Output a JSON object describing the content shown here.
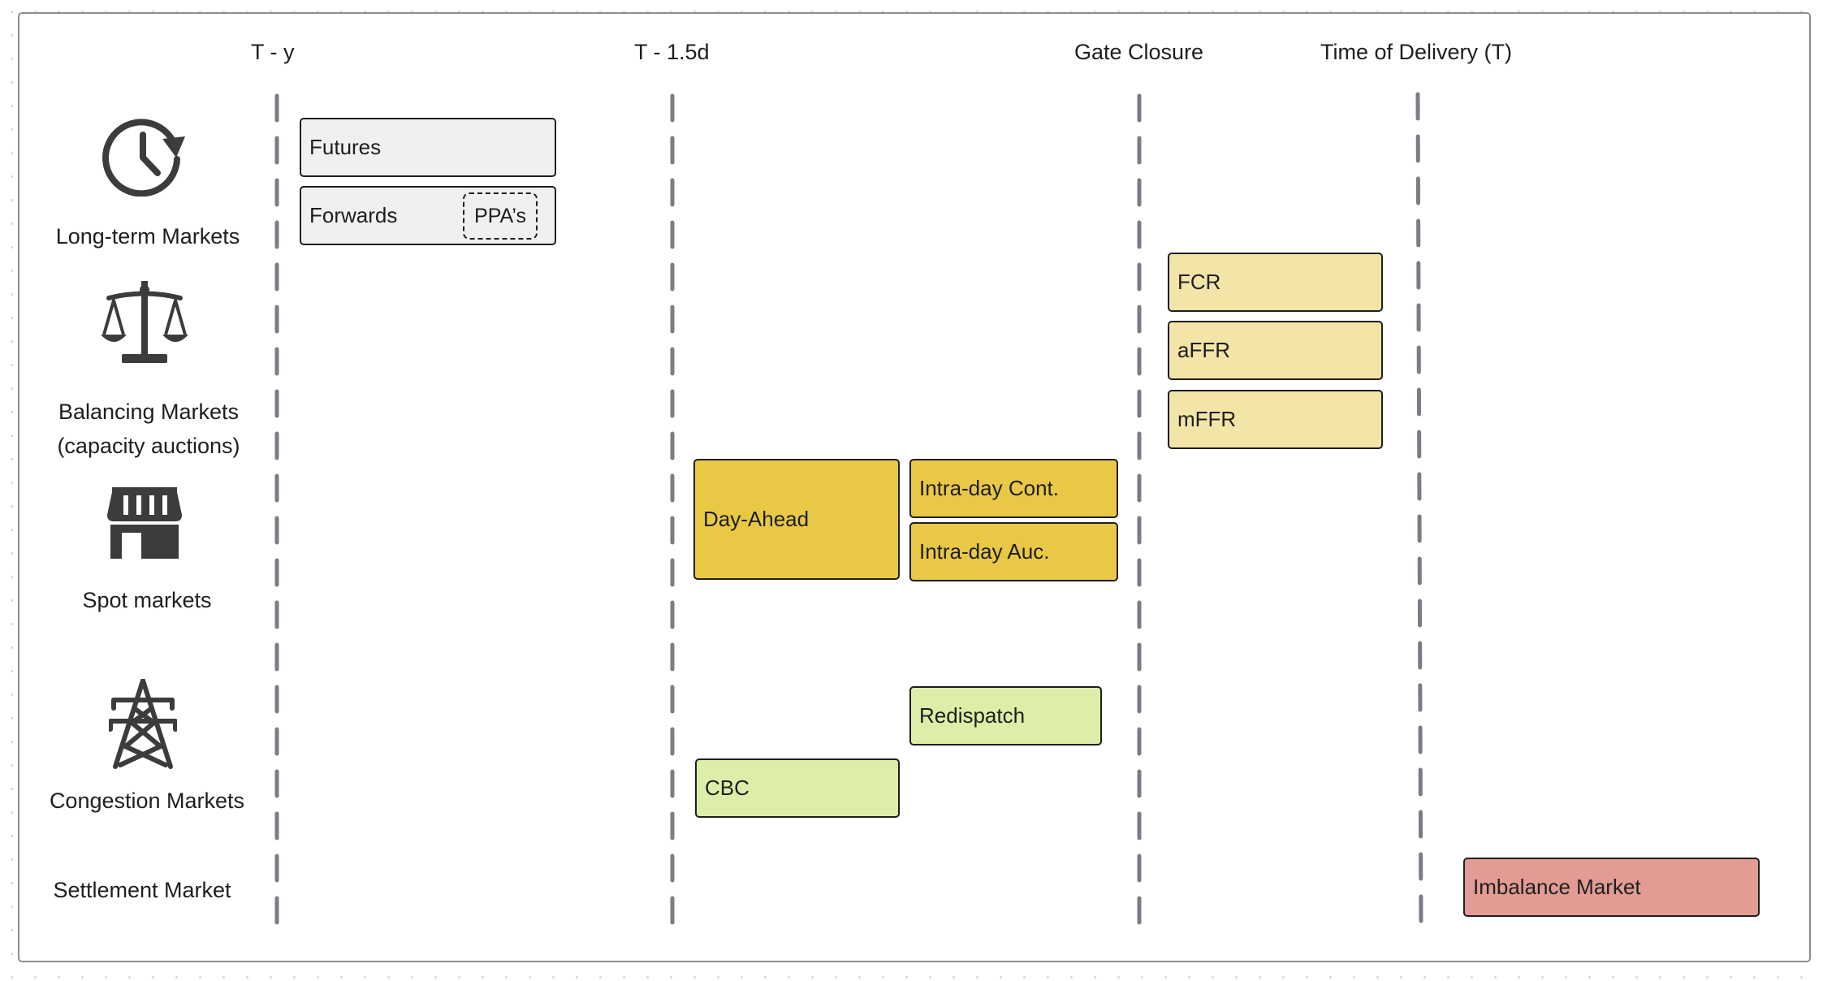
{
  "colors": {
    "long_term_fill": "#eff0f2",
    "balancing_fill": "#f3e4a8",
    "spot_fill": "#e9c846",
    "congestion_fill": "#ddeea8",
    "settlement_fill": "#e29c94",
    "guide_line": "#7a7d85",
    "border": "#1e1e1e",
    "icon": "#3c3c3c"
  },
  "timeline": {
    "columns": [
      {
        "label": "T - y"
      },
      {
        "label": "T - 1.5d"
      },
      {
        "label": "Gate Closure"
      },
      {
        "label": "Time of Delivery (T)"
      }
    ]
  },
  "rows": {
    "long_term": {
      "label": "Long-term Markets",
      "icon": "clock-icon"
    },
    "balancing": {
      "label_line1": "Balancing Markets",
      "label_line2": "(capacity auctions)",
      "icon": "scales-icon"
    },
    "spot": {
      "label": "Spot markets",
      "icon": "storefront-icon"
    },
    "congestion": {
      "label": "Congestion Markets",
      "icon": "power-pylon-icon"
    },
    "settlement": {
      "label": "Settlement Market"
    }
  },
  "products": {
    "futures": "Futures",
    "forwards": "Forwards",
    "ppas": "PPA’s",
    "fcr": "FCR",
    "affr": "aFFR",
    "mffr": "mFFR",
    "day_ahead": "Day-Ahead",
    "intraday_cont": "Intra-day Cont.",
    "intraday_auc": "Intra-day Auc.",
    "redispatch": "Redispatch",
    "cbc": "CBC",
    "imbalance": "Imbalance Market"
  }
}
